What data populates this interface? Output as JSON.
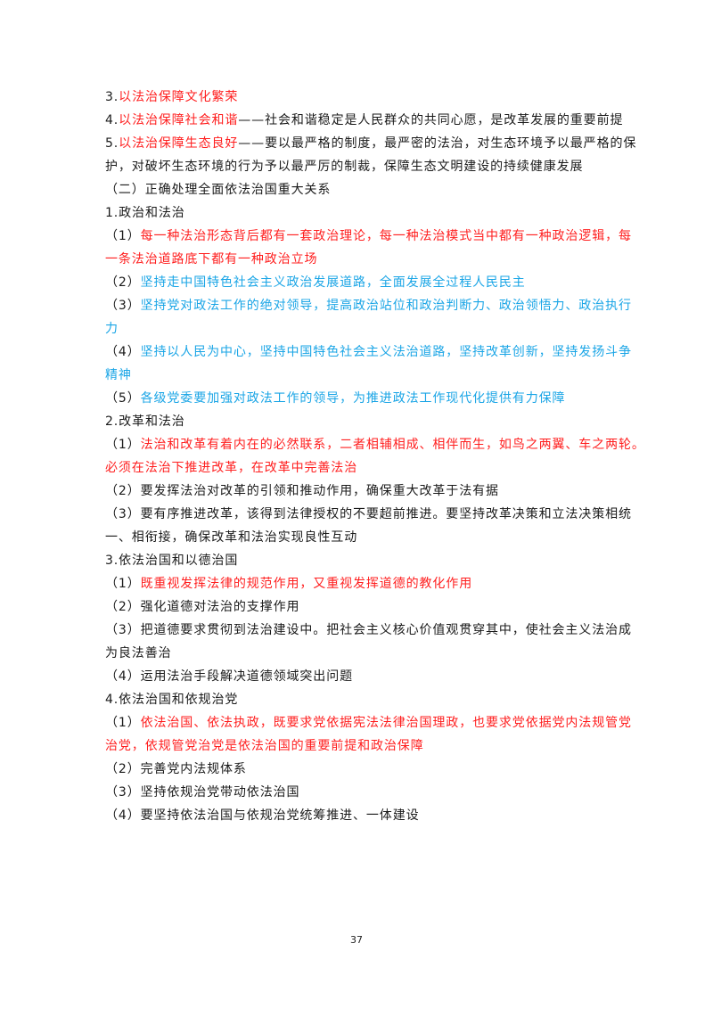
{
  "document": {
    "lines": [
      {
        "segments": [
          {
            "text": "3.",
            "color": "black"
          },
          {
            "text": "以法治保障文化繁荣",
            "color": "red"
          }
        ]
      },
      {
        "segments": [
          {
            "text": "4.",
            "color": "black"
          },
          {
            "text": "以法治保障社会和谐",
            "color": "red"
          },
          {
            "text": "——社会和谐稳定是人民群众的共同心愿，是改革发展的重要前提",
            "color": "black"
          }
        ]
      },
      {
        "segments": [
          {
            "text": "5.",
            "color": "black"
          },
          {
            "text": "以法治保障生态良好",
            "color": "red"
          },
          {
            "text": "——要以最严格的制度，最严密的法治，对生态环境予以最严格的保",
            "color": "black"
          }
        ]
      },
      {
        "segments": [
          {
            "text": "护，对破坏生态环境的行为予以最严厉的制裁，保障生态文明建设的持续健康发展",
            "color": "black"
          }
        ]
      },
      {
        "segments": [
          {
            "text": "（二）正确处理全面依法治国重大关系",
            "color": "black"
          }
        ]
      },
      {
        "segments": [
          {
            "text": "1.政治和法治",
            "color": "black"
          }
        ]
      },
      {
        "segments": [
          {
            "text": "（1）",
            "color": "black"
          },
          {
            "text": "每一种法治形态背后都有一套政治理论，每一种法治模式当中都有一种政治逻辑，每",
            "color": "red"
          }
        ]
      },
      {
        "segments": [
          {
            "text": "一条法治道路底下都有一种政治立场",
            "color": "red"
          }
        ]
      },
      {
        "segments": [
          {
            "text": "（2）",
            "color": "black"
          },
          {
            "text": "坚持走中国特色社会主义政治发展道路，全面发展全过程人民民主",
            "color": "blue"
          }
        ]
      },
      {
        "segments": [
          {
            "text": "（3）",
            "color": "black"
          },
          {
            "text": "坚持党对政法工作的绝对领导，提高政治站位和政治判断力、政治领悟力、政治执行",
            "color": "blue"
          }
        ]
      },
      {
        "segments": [
          {
            "text": "力",
            "color": "blue"
          }
        ]
      },
      {
        "segments": [
          {
            "text": "（4）",
            "color": "black"
          },
          {
            "text": "坚持以人民为中心，坚持中国特色社会主义法治道路，坚持改革创新，坚持发扬斗争",
            "color": "blue"
          }
        ]
      },
      {
        "segments": [
          {
            "text": "精神",
            "color": "blue"
          }
        ]
      },
      {
        "segments": [
          {
            "text": "（5）",
            "color": "black"
          },
          {
            "text": "各级党委要加强对政法工作的领导，为推进政法工作现代化提供有力保障",
            "color": "blue"
          }
        ]
      },
      {
        "segments": [
          {
            "text": "2.改革和法治",
            "color": "black"
          }
        ]
      },
      {
        "segments": [
          {
            "text": "（1）",
            "color": "black"
          },
          {
            "text": "法治和改革有着内在的必然联系，二者相辅相成、相伴而生，如鸟之两翼、车之两轮。",
            "color": "red"
          }
        ]
      },
      {
        "segments": [
          {
            "text": "必须在法治下推进改革，在改革中完善法治",
            "color": "red"
          }
        ]
      },
      {
        "segments": [
          {
            "text": "（2）要发挥法治对改革的引领和推动作用，确保重大改革于法有据",
            "color": "black"
          }
        ]
      },
      {
        "segments": [
          {
            "text": "（3）要有序推进改革，该得到法律授权的不要超前推进。要坚持改革决策和立法决策相统",
            "color": "black"
          }
        ]
      },
      {
        "segments": [
          {
            "text": "一、相衔接，确保改革和法治实现良性互动",
            "color": "black"
          }
        ]
      },
      {
        "segments": [
          {
            "text": "3.依法治国和以德治国",
            "color": "black"
          }
        ]
      },
      {
        "segments": [
          {
            "text": "（1）",
            "color": "black"
          },
          {
            "text": "既重视发挥法律的规范作用，又重视发挥道德的教化作用",
            "color": "red"
          }
        ]
      },
      {
        "segments": [
          {
            "text": "（2）强化道德对法治的支撑作用",
            "color": "black"
          }
        ]
      },
      {
        "segments": [
          {
            "text": "（3）把道德要求贯彻到法治建设中。把社会主义核心价值观贯穿其中，使社会主义法治成",
            "color": "black"
          }
        ]
      },
      {
        "segments": [
          {
            "text": "为良法善治",
            "color": "black"
          }
        ]
      },
      {
        "segments": [
          {
            "text": "（4）运用法治手段解决道德领域突出问题",
            "color": "black"
          }
        ]
      },
      {
        "segments": [
          {
            "text": "4.依法治国和依规治党",
            "color": "black"
          }
        ]
      },
      {
        "segments": [
          {
            "text": "（1）",
            "color": "black"
          },
          {
            "text": "依法治国、依法执政，既要求党依据宪法法律治国理政，也要求党依据党内法规管党",
            "color": "red"
          }
        ]
      },
      {
        "segments": [
          {
            "text": "治党，依规管党治党是依法治国的重要前提和政治保障",
            "color": "red"
          }
        ]
      },
      {
        "segments": [
          {
            "text": "（2）完善党内法规体系",
            "color": "black"
          }
        ]
      },
      {
        "segments": [
          {
            "text": "（3）坚持依规治党带动依法治国",
            "color": "black"
          }
        ]
      },
      {
        "segments": [
          {
            "text": "（4）要坚持依法治国与依规治党统筹推进、一体建设",
            "color": "black"
          }
        ]
      }
    ]
  },
  "footer": {
    "page_number": "37"
  },
  "colors": {
    "red": "#ff1f1f",
    "blue": "#1aa5e6",
    "black": "#1a1a1a"
  }
}
